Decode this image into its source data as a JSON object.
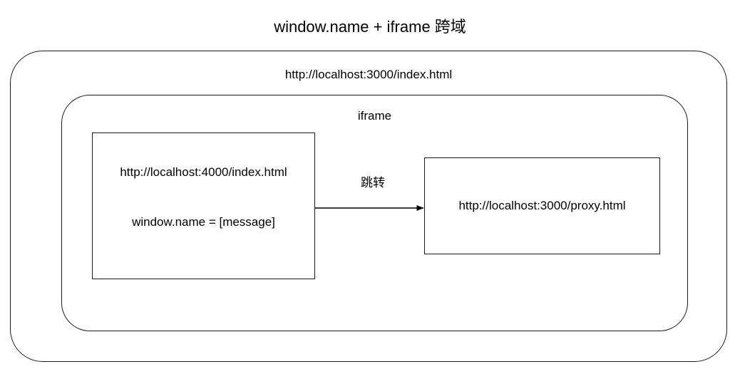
{
  "diagram": {
    "title": "window.name + iframe 跨域",
    "outer_frame": {
      "label": "http://localhost:3000/index.html"
    },
    "iframe_frame": {
      "label": "iframe"
    },
    "source_box": {
      "url": "http://localhost:4000/index.html",
      "code": "window.name = [message]"
    },
    "proxy_box": {
      "url": "http://localhost:3000/proxy.html"
    },
    "arrow": {
      "label": "跳转"
    },
    "colors": {
      "stroke": "#1a1a1a",
      "background": "#ffffff",
      "text": "#000000"
    }
  }
}
